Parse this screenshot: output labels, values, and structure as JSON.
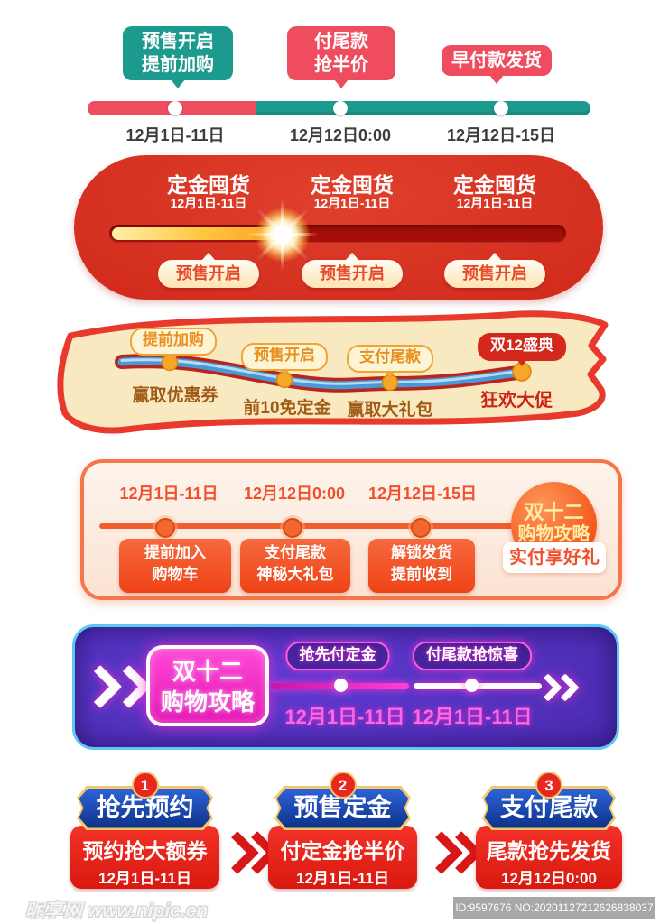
{
  "timeline1": {
    "milestones": [
      {
        "label_lines": [
          "预售开启",
          "提前加购"
        ],
        "date": "12月1日-11日",
        "color": "#1d9a8e"
      },
      {
        "label_lines": [
          "付尾款",
          "抢半价"
        ],
        "date": "12月12日0:00",
        "color": "#ef4d5f"
      },
      {
        "label_lines": [
          "早付款发货"
        ],
        "date": "12月12日-15日",
        "color": "#ef4d5f"
      }
    ],
    "bar_colors": {
      "left_segment": "#ef4d5f",
      "right_segment": "#1d9a8e"
    }
  },
  "red_banner": {
    "columns": [
      {
        "title": "定金囤货",
        "date": "12月1日-11日",
        "tag": "预售开启"
      },
      {
        "title": "定金囤货",
        "date": "12月1日-11日",
        "tag": "预售开启"
      },
      {
        "title": "定金囤货",
        "date": "12月1日-11日",
        "tag": "预售开启"
      }
    ],
    "colors": {
      "background": "#d22b1c",
      "track": "#a40f07",
      "fill": "#ffc63e",
      "tag_text": "#e84a2e"
    }
  },
  "ribbon": {
    "stops": [
      {
        "bubble": "提前加购",
        "label": "赢取优惠券"
      },
      {
        "bubble": "预售开启",
        "label": "前10免定金"
      },
      {
        "bubble": "支付尾款",
        "label": "赢取大礼包"
      },
      {
        "bubble": "双12盛典",
        "label": "狂欢大促"
      }
    ],
    "colors": {
      "ribbon_fill": "#f9e9c0",
      "ribbon_border": "#e8392d",
      "road_blue": "#4a98d8",
      "dot_orange": "#f7a728",
      "label_brown": "#a05c17",
      "highlight_red": "#cc2414"
    }
  },
  "guide_box": {
    "steps": [
      {
        "date": "12月1日-11日",
        "lines": [
          "提前加入",
          "购物车"
        ]
      },
      {
        "date": "12月12日0:00",
        "lines": [
          "支付尾款",
          "神秘大礼包"
        ]
      },
      {
        "date": "12月12日-15日",
        "lines": [
          "解锁发货",
          "提前收到"
        ]
      }
    ],
    "badge_lines": [
      "双十二",
      "购物攻略"
    ],
    "badge_sub": "实付享好礼",
    "colors": {
      "border": "#f4764a",
      "accent": "#f0502a",
      "step_red": "#ee4316"
    }
  },
  "neon_banner": {
    "title_lines": [
      "双十二",
      "购物攻略"
    ],
    "stops": [
      {
        "pill": "抢先付定金",
        "date": "12月1日-11日"
      },
      {
        "pill": "付尾款抢惊喜",
        "date": "12月1日-11日"
      }
    ],
    "colors": {
      "background": "#4a2aae",
      "border": "#5bc9f2",
      "neon_pink": "#f32fd0"
    }
  },
  "steps_badges": {
    "items": [
      {
        "num": "1",
        "title": "抢先预约",
        "line1": "预约抢大额券",
        "date": "12月1日-11日"
      },
      {
        "num": "2",
        "title": "预售定金",
        "line1": "付定金抢半价",
        "date": "12月1日-11日"
      },
      {
        "num": "3",
        "title": "支付尾款",
        "line1": "尾款抢先发货",
        "date": "12月12日0:00"
      }
    ],
    "colors": {
      "plaque_blue": "#1c4bb0",
      "box_red": "#e8281e",
      "gold": "#f3c76c"
    }
  },
  "watermark": {
    "site": "昵享网 www.nipic.cn",
    "id_text": "ID:9597676 NO:20201127212626838037"
  }
}
